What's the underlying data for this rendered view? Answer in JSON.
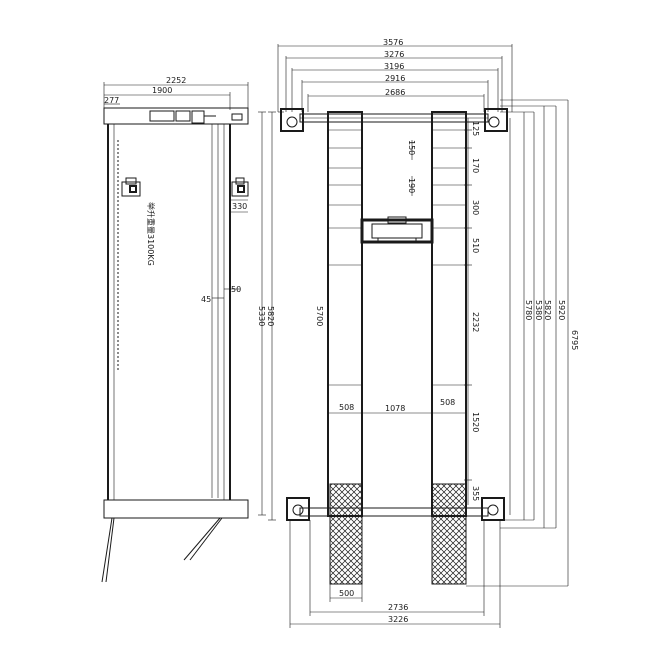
{
  "drawing": {
    "side_view": {
      "dim_overall_width": "2252",
      "dim_inner_width": "1900",
      "dim_offset": "277",
      "dim_right_gap": "330",
      "dim_gap_45": "45",
      "dim_gap_50": "50",
      "vertical_dim_inner": "5330",
      "vertical_dim_outer": "5820",
      "capacity_label": "举升重量3100KG"
    },
    "plan_view": {
      "top_dims": [
        "3576",
        "3276",
        "3196",
        "2916",
        "2686"
      ],
      "right_dims": [
        "125",
        "170",
        "300",
        "510",
        "2232",
        "1520",
        "355"
      ],
      "left_runway_dims": [
        "150",
        "190"
      ],
      "runway_length": "5700",
      "runway_width_left": "508",
      "gap_width": "1078",
      "runway_width_right": "508",
      "outer_right_dims": [
        "5780",
        "5380",
        "5820",
        "5920",
        "6795"
      ],
      "ramp_width": "500",
      "bottom_dims": [
        "2736",
        "3226"
      ]
    }
  }
}
